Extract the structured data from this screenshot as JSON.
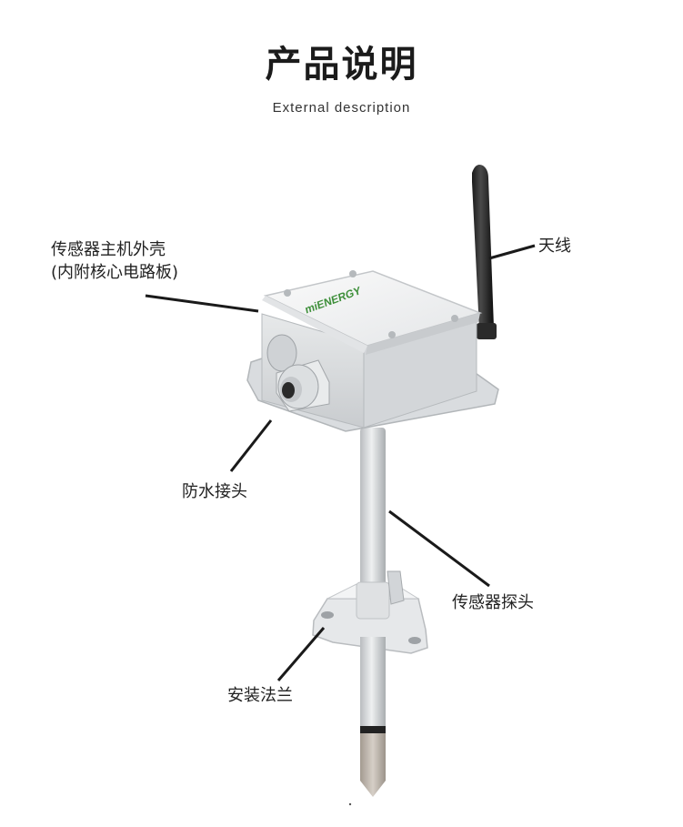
{
  "header": {
    "title": "产品说明",
    "subtitle": "External description"
  },
  "product": {
    "brand_logo_text": "miENERGY"
  },
  "callouts": {
    "housing_line1": "传感器主机外壳",
    "housing_line2": "(内附核心电路板)",
    "antenna": "天线",
    "waterproof_connector": "防水接头",
    "sensor_probe": "传感器探头",
    "mounting_flange": "安装法兰"
  }
}
